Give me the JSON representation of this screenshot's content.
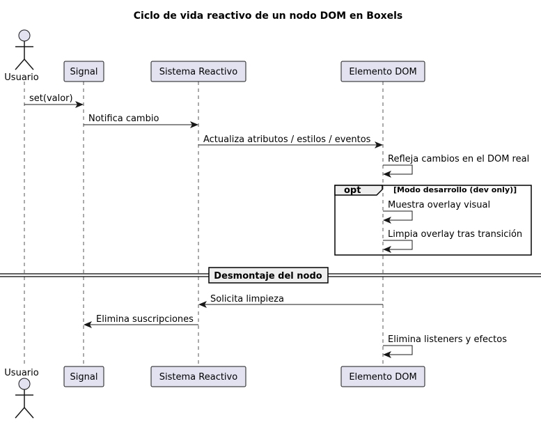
{
  "title": "Ciclo de vida reactivo de un nodo DOM en Boxels",
  "participants": {
    "user": "Usuario",
    "signal": "Signal",
    "reactive": "Sistema Reactivo",
    "dom": "Elemento DOM"
  },
  "messages": {
    "m1": "set(valor)",
    "m2": "Notifica cambio",
    "m3": "Actualiza atributos / estilos / eventos",
    "m4": "Refleja cambios en el DOM real",
    "m5": "Muestra overlay visual",
    "m6": "Limpia overlay tras transición",
    "m7": "Solicita limpieza",
    "m8": "Elimina suscripciones",
    "m9": "Elimina listeners y efectos"
  },
  "opt_fragment": {
    "keyword": "opt",
    "guard": "[Modo desarrollo (dev only)]"
  },
  "divider": "Desmontaje del nodo",
  "colors": {
    "participant_fill": "#E2E2F0",
    "border": "#181818",
    "background": "#FFFFFF"
  }
}
